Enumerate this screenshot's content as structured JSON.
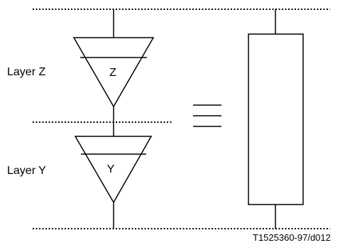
{
  "diagram": {
    "layers": [
      {
        "label": "Layer Z",
        "symbol": "Z"
      },
      {
        "label": "Layer Y",
        "symbol": "Y"
      }
    ],
    "equivalence_symbol": "≡",
    "figure_id": "T1525360-97/d012"
  }
}
